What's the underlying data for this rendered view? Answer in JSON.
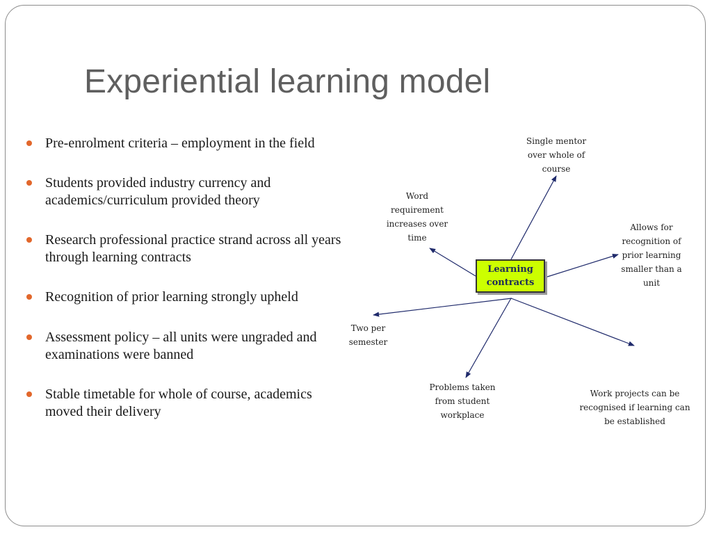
{
  "slide": {
    "title": "Experiential learning model",
    "bullets": [
      "Pre-enrolment criteria – employment in the field",
      "Students provided industry currency and academics/curriculum provided theory",
      "Research professional practice strand across all years through learning contracts",
      "Recognition of prior learning strongly upheld",
      "Assessment policy – all units were ungraded and examinations were banned",
      "Stable timetable for whole of course, academics moved their delivery"
    ],
    "bullet_color": "#e2672b"
  },
  "diagram": {
    "center": {
      "lines": [
        "Learning",
        "contracts"
      ],
      "fill": "#ccff00"
    },
    "nodes": [
      {
        "id": "mentor",
        "lines": [
          "Single mentor",
          "over whole of",
          "course"
        ]
      },
      {
        "id": "word",
        "lines": [
          "Word",
          "requirement",
          "increases over",
          "time"
        ]
      },
      {
        "id": "allows",
        "lines": [
          "Allows for",
          "recognition of",
          "prior learning",
          "smaller than a",
          "unit"
        ]
      },
      {
        "id": "twoper",
        "lines": [
          "Two per",
          "semester"
        ]
      },
      {
        "id": "problems",
        "lines": [
          "Problems taken",
          "from student",
          "workplace"
        ]
      },
      {
        "id": "work",
        "lines": [
          "Work projects can be",
          "recognised if learning can",
          "be established"
        ]
      }
    ],
    "arrow_color": "#1f2a6b"
  }
}
